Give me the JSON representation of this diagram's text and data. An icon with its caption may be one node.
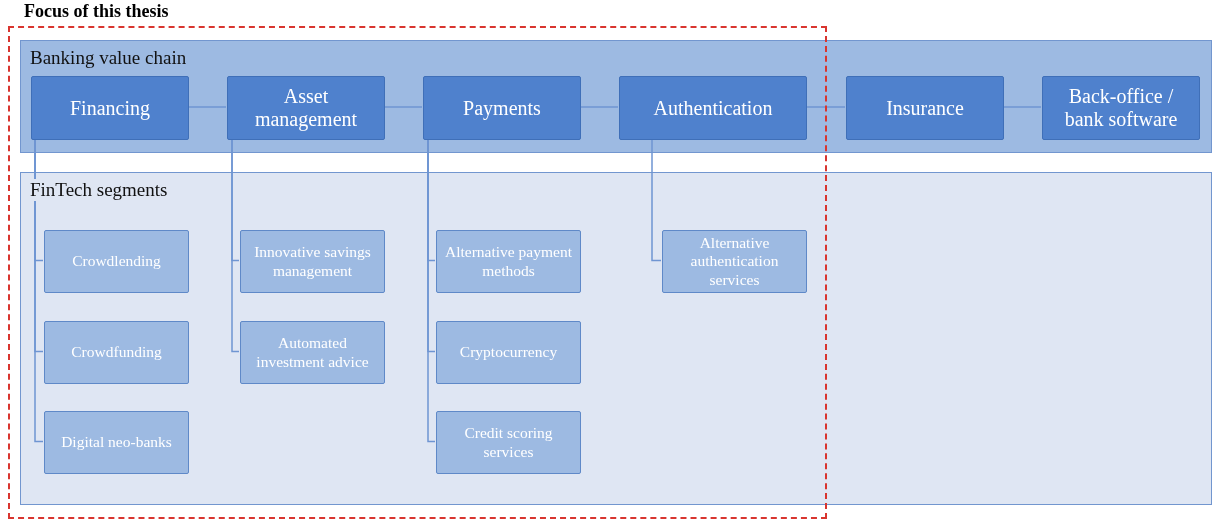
{
  "diagram": {
    "nodes": [
      {
        "text": [
          "Banking value chain"
        ]
      },
      {
        "text": [
          "Financing"
        ],
        "in": 0
      },
      {
        "text": [
          "Asset management"
        ],
        "in": 0
      },
      {
        "text": [
          "Payments"
        ],
        "in": 0
      },
      {
        "text": [
          "Authentication"
        ],
        "in": 0
      },
      {
        "text": [
          "Insurance"
        ],
        "in": 0
      },
      {
        "text": [
          "Back-office / bank software"
        ],
        "in": 0
      },
      {
        "text": [
          "FinTech segments"
        ]
      },
      {
        "text": [
          "Crowdlending"
        ],
        "in": 7
      },
      {
        "text": [
          "Crowdfunding"
        ],
        "in": 7
      },
      {
        "text": [
          "Digital neo-banks"
        ],
        "in": 7
      },
      {
        "text": [
          "Innovative savings management"
        ],
        "in": 7
      },
      {
        "text": [
          "Automated investment advice"
        ],
        "in": 7
      },
      {
        "text": [
          "Alternative payment methods"
        ],
        "in": 7
      },
      {
        "text": [
          "Cryptocurrency"
        ],
        "in": 7
      },
      {
        "text": [
          "Credit scoring services"
        ],
        "in": 7
      },
      {
        "text": [
          "Alternative authentication services"
        ],
        "in": 7
      }
    ],
    "edges": [
      {
        "from": 1,
        "to": 2,
        "arrow": "none"
      },
      {
        "from": 2,
        "to": 3,
        "arrow": "none"
      },
      {
        "from": 3,
        "to": 4,
        "arrow": "none"
      },
      {
        "from": 4,
        "to": 5,
        "arrow": "none"
      },
      {
        "from": 5,
        "to": 6,
        "arrow": "none"
      },
      {
        "from": 1,
        "to": 8,
        "arrow": "none"
      },
      {
        "from": 1,
        "to": 9,
        "arrow": "none"
      },
      {
        "from": 1,
        "to": 10,
        "arrow": "none"
      },
      {
        "from": 2,
        "to": 11,
        "arrow": "none"
      },
      {
        "from": 2,
        "to": 12,
        "arrow": "none"
      },
      {
        "from": 3,
        "to": 13,
        "arrow": "none"
      },
      {
        "from": 3,
        "to": 14,
        "arrow": "none"
      },
      {
        "from": 3,
        "to": 15,
        "arrow": "none"
      },
      {
        "from": 4,
        "to": 16,
        "arrow": "none"
      }
    ],
    "labels": [
      "Focus of this thesis"
    ]
  }
}
